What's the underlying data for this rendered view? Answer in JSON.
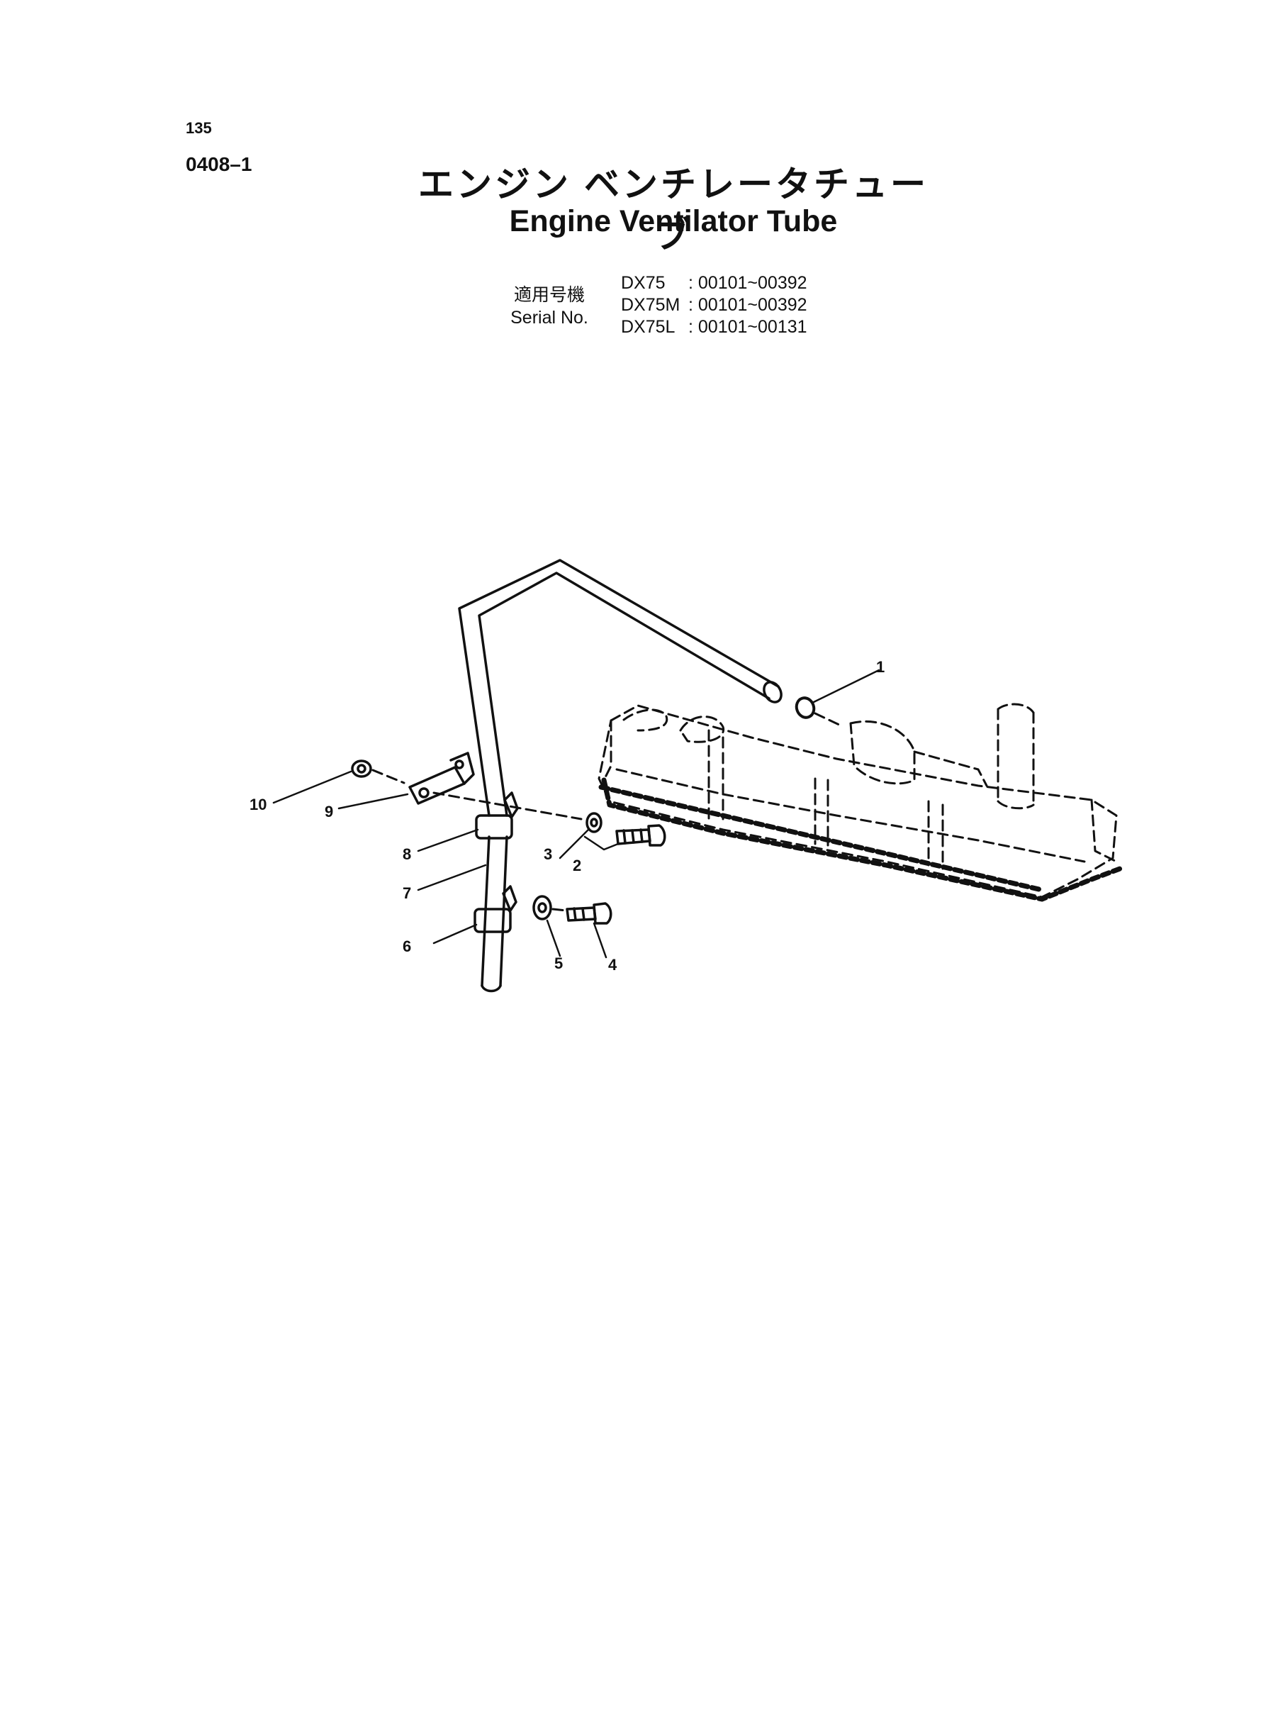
{
  "page": {
    "page_number": "135",
    "figure_code": "0408–1",
    "title_jp": "エンジン ベンチレータチューブ",
    "title_en": "Engine Ventilator Tube"
  },
  "serial": {
    "label_jp": "適用号機",
    "label_en": "Serial No.",
    "rows": [
      {
        "model": "DX75",
        "range": ": 00101~00392"
      },
      {
        "model": "DX75M",
        "range": ": 00101~00392"
      },
      {
        "model": "DX75L",
        "range": ": 00101~00131"
      }
    ]
  },
  "callouts": [
    "1",
    "2",
    "3",
    "4",
    "5",
    "6",
    "7",
    "8",
    "9",
    "10"
  ]
}
